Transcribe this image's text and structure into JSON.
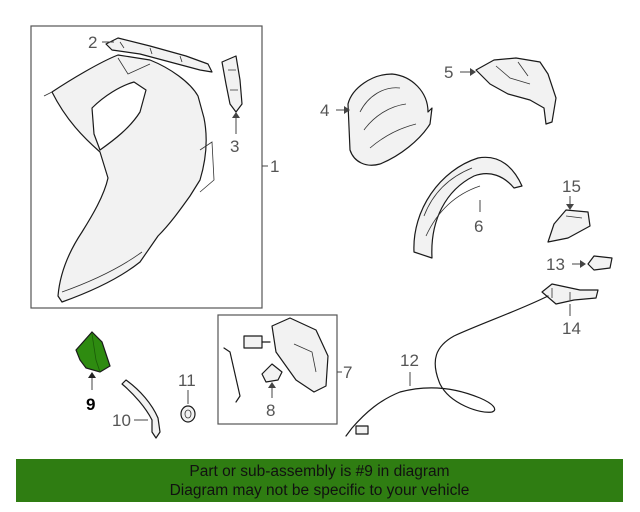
{
  "callouts": {
    "n1": "1",
    "n2": "2",
    "n3": "3",
    "n4": "4",
    "n5": "5",
    "n6": "6",
    "n7": "7",
    "n8": "8",
    "n9": "9",
    "n10": "10",
    "n11": "11",
    "n12": "12",
    "n13": "13",
    "n14": "14",
    "n15": "15"
  },
  "banner": {
    "line1": "Part or sub-assembly is #9 in diagram",
    "line2": "Diagram may not be specific to your vehicle"
  },
  "colors": {
    "banner_bg": "#2f7d12",
    "highlight_part": "#2e8b10"
  }
}
